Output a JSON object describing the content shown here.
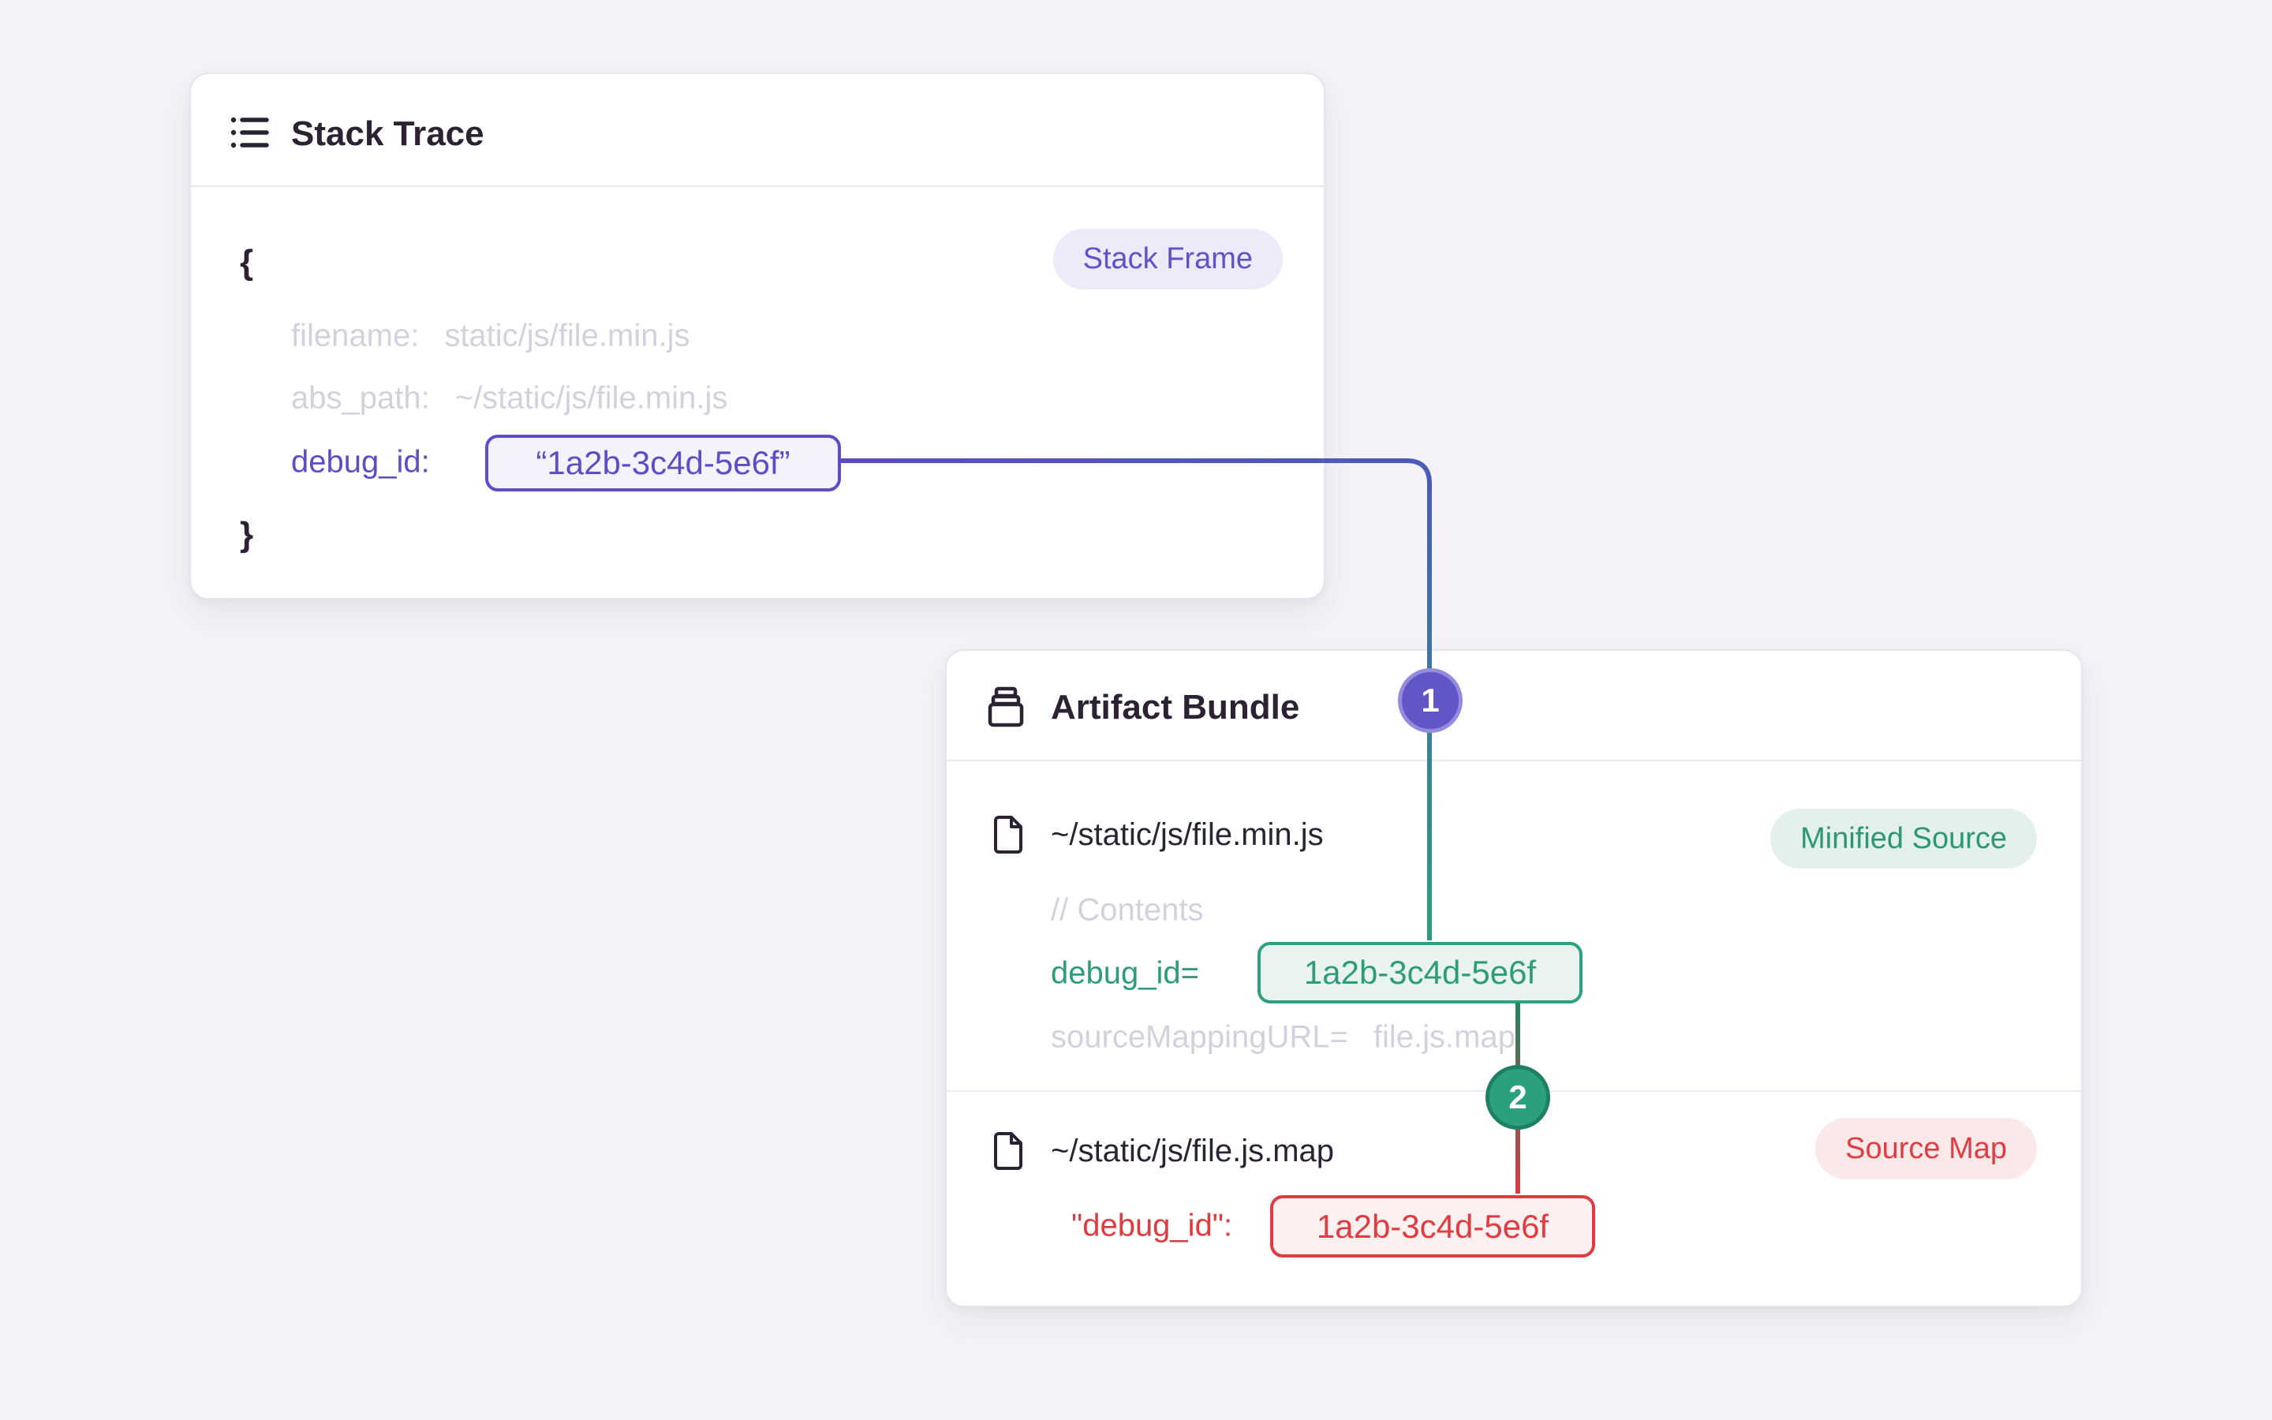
{
  "stack_trace": {
    "title": "Stack Trace",
    "frame_badge": "Stack Frame",
    "brace_open": "{",
    "brace_close": "}",
    "filename_key": "filename:",
    "filename_value": "static/js/file.min.js",
    "abs_path_key": "abs_path:",
    "abs_path_value": "~/static/js/file.min.js",
    "debug_id_key": "debug_id:",
    "debug_id_value": "“1a2b-3c4d-5e6f”"
  },
  "artifact_bundle": {
    "title": "Artifact Bundle",
    "minified": {
      "path": "~/static/js/file.min.js",
      "badge": "Minified Source",
      "comment": "// Contents",
      "debug_key": "debug_id=",
      "debug_value": "1a2b-3c4d-5e6f",
      "map_key": "sourceMappingURL=",
      "map_value": "file.js.map"
    },
    "sourcemap": {
      "path": "~/static/js/file.js.map",
      "badge": "Source Map",
      "debug_key": "\"debug_id\":",
      "debug_value": "1a2b-3c4d-5e6f"
    }
  },
  "steps": {
    "one": "1",
    "two": "2"
  },
  "colors": {
    "background": "#f4f2f7",
    "dark_text": "#2b2233",
    "muted_text": "#d5d0de",
    "purple": "#5d4ec6",
    "indigo_line": "#4a5cb6",
    "green": "#2e9c7b",
    "red": "#df3b41",
    "step1_fill": "#6156c8",
    "step2_fill": "#2aa17c"
  }
}
